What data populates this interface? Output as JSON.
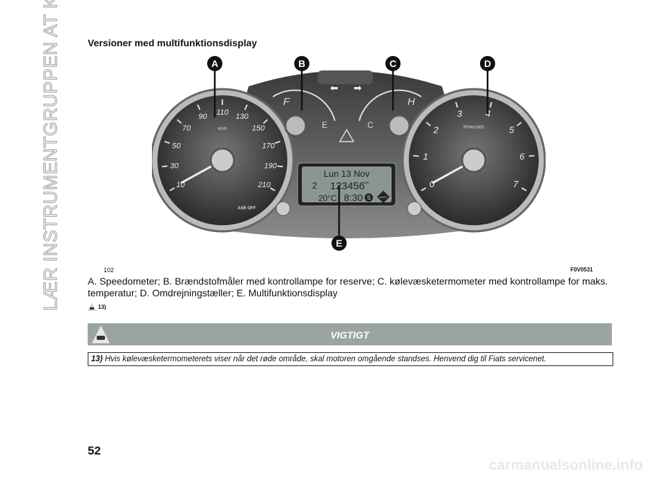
{
  "sidebar_title": "LÆR INSTRUMENTGRUPPEN AT KENDE",
  "section_title": "Versioner med multifunktionsdisplay",
  "figure": {
    "number": "102",
    "code": "F0V0531",
    "markers": [
      "A",
      "B",
      "C",
      "D",
      "E"
    ],
    "speedometer": {
      "unit": "km/h",
      "labels": [
        "10",
        "30",
        "50",
        "70",
        "90",
        "110",
        "130",
        "150",
        "170",
        "190",
        "210"
      ]
    },
    "tachometer": {
      "unit": "RPMx1000",
      "labels": [
        "0",
        "1",
        "2",
        "3",
        "4",
        "5",
        "6",
        "7"
      ]
    },
    "fuel": {
      "full": "F",
      "empty": "E"
    },
    "temp": {
      "cold": "C",
      "hot": "H"
    },
    "display": {
      "date": "Lun 13 Nov",
      "gear": "2",
      "odometer": "123456",
      "odo_unit": "km",
      "temperature": "20°C",
      "time": "8:30",
      "s_mode": "S",
      "shift": "SHIFT"
    },
    "asr": "ASR OFF"
  },
  "caption": "A. Speedometer; B. Brændstofmåler med kontrollampe for reserve; C. kølevæsketermometer med kontrollampe for maks. temperatur; D. Omdrejningstæller; E. Multifunktionsdisplay",
  "ref": "13)",
  "warning": {
    "title": "VIGTIGT",
    "note_num": "13)",
    "note": " Hvis kølevæsketermometerets viser når det røde område, skal motoren omgående standses. Henvend dig til Fiats servicenet."
  },
  "page_number": "52",
  "watermark": "carmanualsonline.info"
}
